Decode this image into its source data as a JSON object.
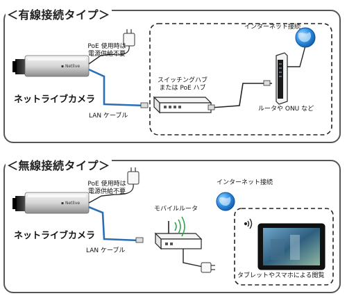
{
  "wired": {
    "title": "＜有線接続タイプ＞",
    "poe_note_line1": "PoE 使用時は",
    "poe_note_line2": "電源供給不要",
    "camera_label": "ネットライブカメラ",
    "lan_cable_label": "LAN ケーブル",
    "switch_label_line1": "スイッチングハブ",
    "switch_label_line2": "または PoE ハブ",
    "internet_label": "インターネット接続",
    "router_label": "ルータや ONU など"
  },
  "wireless": {
    "title": "＜無線接続タイプ＞",
    "poe_note_line1": "PoE 使用時は",
    "poe_note_line2": "電源供給不要",
    "camera_label": "ネットライブカメラ",
    "lan_cable_label": "LAN ケーブル",
    "router_label": "モバイルルータ",
    "internet_label": "インターネット接続",
    "viewer_label": "タブレットやスマホによる閲覧"
  },
  "colors": {
    "panel_border": "#555555",
    "cable_blue": "#2a6fb5",
    "cable_black": "#222222",
    "globe_blue": "#1f7bd1"
  },
  "icons": [
    "camera-icon",
    "power-adapter-icon",
    "switch-hub-icon",
    "router-icon",
    "globe-icon",
    "wifi-icon",
    "tablet-icon"
  ]
}
